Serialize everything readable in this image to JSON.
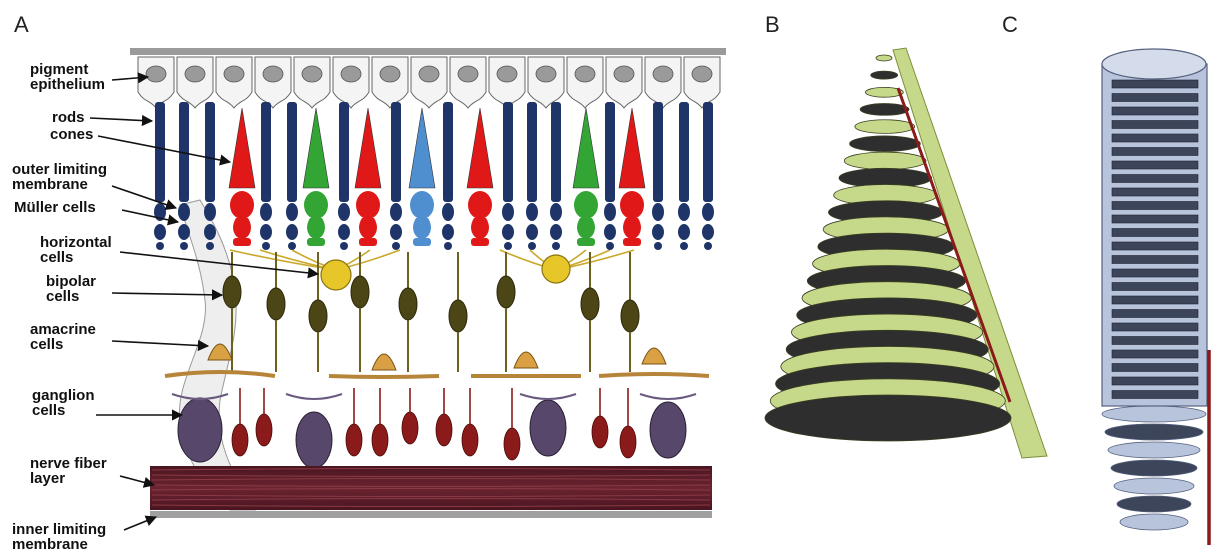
{
  "panels": {
    "a": "A",
    "b": "B",
    "c": "C"
  },
  "retina_labels": {
    "pigment_epithelium": "pigment\nepithelium",
    "rods": "rods",
    "cones": "cones",
    "outer_limiting_membrane": "outer limiting\nmembrane",
    "muller_cells": "Müller cells",
    "horizontal_cells": "horizontal\ncells",
    "bipolar_cells": "bipolar\ncells",
    "amacrine_cells": "amacrine\ncells",
    "ganglion_cells": "ganglion\ncells",
    "nerve_fiber_layer": "nerve fiber\nlayer",
    "inner_limiting_membrane": "inner limiting\nmembrane"
  },
  "colors": {
    "rod": "#1f3468",
    "cone_red": "#e01818",
    "cone_green": "#33a534",
    "cone_blue": "#4f8fd0",
    "horizontal": "#e6c628",
    "bipolar": "#4c4516",
    "amacrine": "#d9a144",
    "ganglion": "#57476b",
    "small_ganglion": "#8b1a1a",
    "nerve_fiber": "#5e1e26",
    "cone_disc": "#c6d98a",
    "rod_disc": "#b8c3dc",
    "axon_line": "#8b1a1a"
  }
}
